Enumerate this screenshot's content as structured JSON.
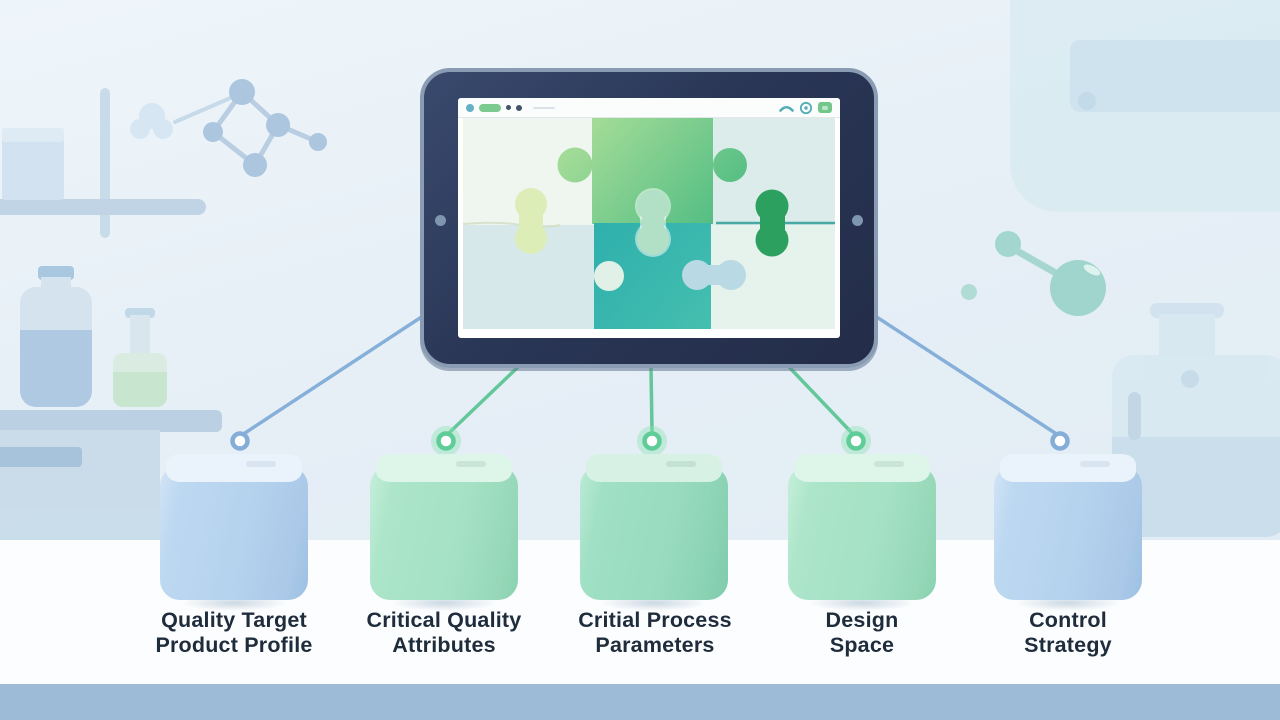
{
  "tablet": {
    "toolbar": {
      "left_icons": [
        "browser-dot-icon",
        "browser-pill-icon",
        "browser-dot-icon",
        "browser-dot-icon",
        "url-placeholder-line"
      ],
      "right_icons": [
        "call-icon",
        "focus-icon",
        "app-icon"
      ]
    },
    "screen_illustration": "puzzle-pieces"
  },
  "blocks": [
    {
      "line1": "Quality Target",
      "line2": "Product Profile",
      "block_color": "#b5d2ee",
      "connector_color": "#86afd9"
    },
    {
      "line1": "Critical Quality",
      "line2": "Attributes",
      "block_color": "#a5e1c4",
      "connector_color": "#63c79a"
    },
    {
      "line1": "Critial Process",
      "line2": "Parameters",
      "block_color": "#98dbbf",
      "connector_color": "#63c79a"
    },
    {
      "line1": "Design",
      "line2": "Space",
      "block_color": "#a3e2c5",
      "connector_color": "#63c79a"
    },
    {
      "line1": "Control",
      "line2": "Strategy",
      "block_color": "#b5d2ee",
      "connector_color": "#86afd9"
    }
  ],
  "colors": {
    "background": "#e6eff6",
    "floor": "#fcfdfe",
    "footer_band": "#9dbbd7",
    "tablet_frame": "#2a3656",
    "tablet_edge": "#8a9cb4",
    "label_text": "#1e2c3c",
    "puzzle_green": "#57bf86",
    "puzzle_teal": "#35b2af",
    "puzzle_yellow_green": "#dcedb8",
    "puzzle_dark_green": "#2ca15f",
    "puzzle_light_blue": "#b9d9e5"
  },
  "decorations": [
    "molecule-icon",
    "shelf-icon",
    "box-icon",
    "flask-icon",
    "bottle-icon",
    "lab-table-icon",
    "lab-cabinet-icon",
    "teal-molecule-icon",
    "large-bottle-icon"
  ]
}
